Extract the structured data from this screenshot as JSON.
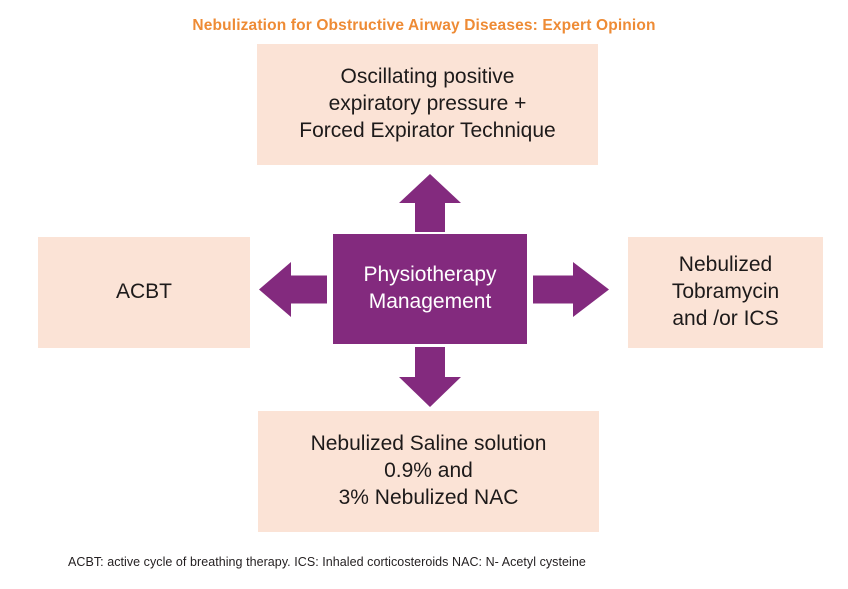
{
  "title": "Nebulization for Obstructive Airway Diseases: Expert Opinion",
  "colors": {
    "title_orange": "#ee8b35",
    "box_peach": "#fbe3d6",
    "center_purple": "#832a7e",
    "arrow_purple": "#832a7e",
    "text_dark": "#1d1a1a",
    "text_light": "#ffffff",
    "background": "#ffffff"
  },
  "diagram": {
    "type": "hub-and-spoke",
    "center": {
      "label": "Physiotherapy\nManagement"
    },
    "nodes": [
      {
        "position": "top",
        "label": "Oscillating positive\nexpiratory pressure +\nForced Expirator Technique"
      },
      {
        "position": "left",
        "label": "ACBT"
      },
      {
        "position": "right",
        "label": "Nebulized\nTobramycin\nand /or ICS"
      },
      {
        "position": "bottom",
        "label": "Nebulized Saline solution\n0.9% and\n3% Nebulized NAC"
      }
    ],
    "arrows": [
      {
        "direction": "up",
        "from": "center",
        "to": "top"
      },
      {
        "direction": "left",
        "from": "center",
        "to": "left"
      },
      {
        "direction": "right",
        "from": "center",
        "to": "right"
      },
      {
        "direction": "down",
        "from": "center",
        "to": "bottom"
      }
    ]
  },
  "footnote": "ACBT: active cycle of breathing therapy. ICS: Inhaled corticosteroids NAC: N- Acetyl cysteine"
}
